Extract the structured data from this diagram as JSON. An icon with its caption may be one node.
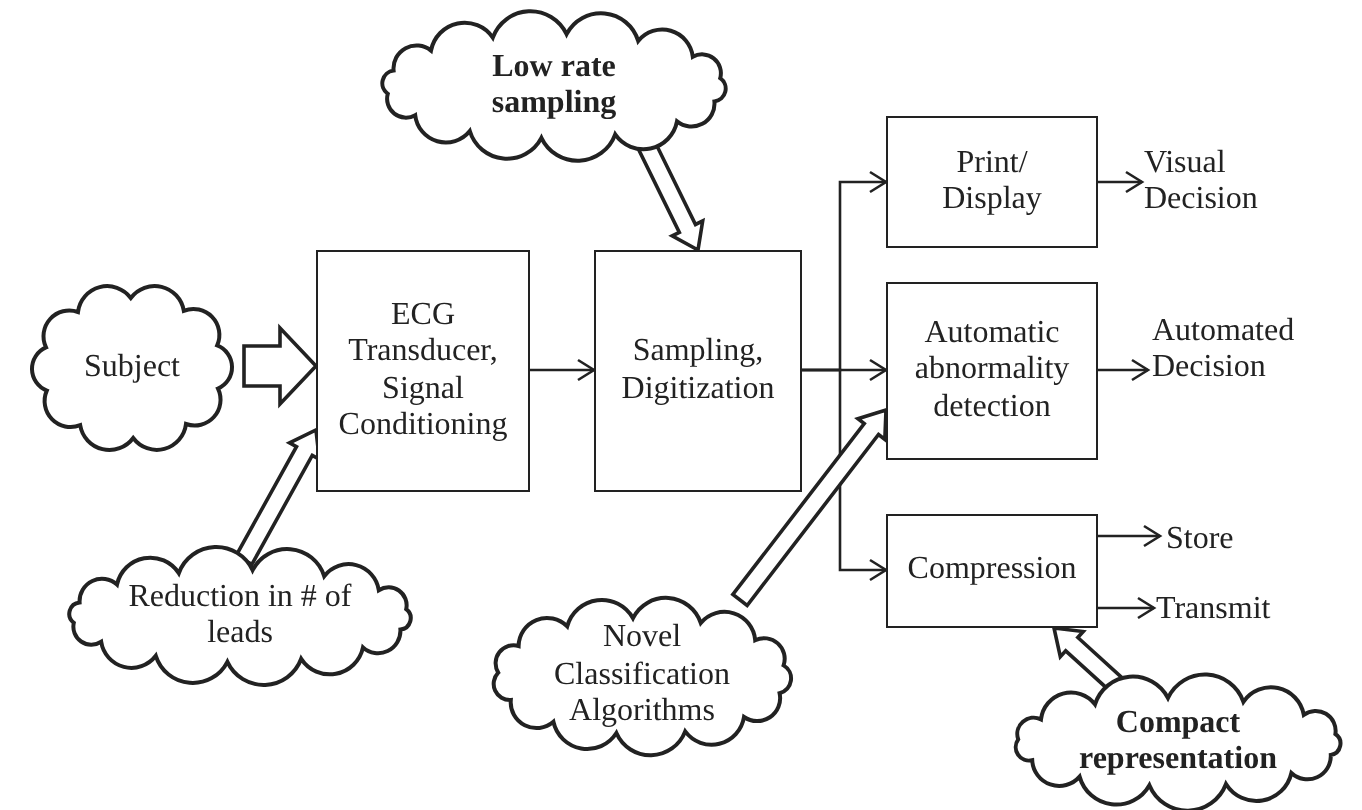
{
  "diagram": {
    "nodes": [
      {
        "text": [
          "Low rate sampling"
        ]
      },
      {
        "text": [
          "Subject"
        ]
      },
      {
        "text": [
          "ECG Transducer, Signal Conditioning"
        ]
      },
      {
        "text": [
          "Sampling, Digitization"
        ]
      },
      {
        "text": [
          "Print/ Display"
        ]
      },
      {
        "text": [
          "Visual Decision"
        ]
      },
      {
        "text": [
          "Automatic abnormality detection"
        ]
      },
      {
        "text": [
          "Automated Decision"
        ]
      },
      {
        "text": [
          "Compression"
        ]
      },
      {
        "text": [
          "Store"
        ]
      },
      {
        "text": [
          "Transmit"
        ]
      },
      {
        "text": [
          "Reduction in # of leads"
        ]
      },
      {
        "text": [
          "Novel Classification Algorithms"
        ]
      },
      {
        "text": [
          "Compact representation"
        ]
      }
    ],
    "edges": [
      {
        "from": 1,
        "to": 2,
        "arrow": "to",
        "style": "thick"
      },
      {
        "from": 11,
        "to": 2,
        "arrow": "to",
        "style": "thick"
      },
      {
        "from": 0,
        "to": 3,
        "arrow": "to",
        "style": "thick"
      },
      {
        "from": 2,
        "to": 3,
        "arrow": "to"
      },
      {
        "from": 3,
        "to": 4,
        "arrow": "to"
      },
      {
        "from": 3,
        "to": 6,
        "arrow": "to"
      },
      {
        "from": 3,
        "to": 8,
        "arrow": "to"
      },
      {
        "from": 12,
        "to": 6,
        "arrow": "to",
        "style": "thick"
      },
      {
        "from": 13,
        "to": 8,
        "arrow": "to",
        "style": "thick"
      },
      {
        "from": 4,
        "to": 5,
        "arrow": "to"
      },
      {
        "from": 6,
        "to": 7,
        "arrow": "to"
      },
      {
        "from": 8,
        "to": 9,
        "arrow": "to"
      },
      {
        "from": 8,
        "to": 10,
        "arrow": "to"
      }
    ]
  }
}
